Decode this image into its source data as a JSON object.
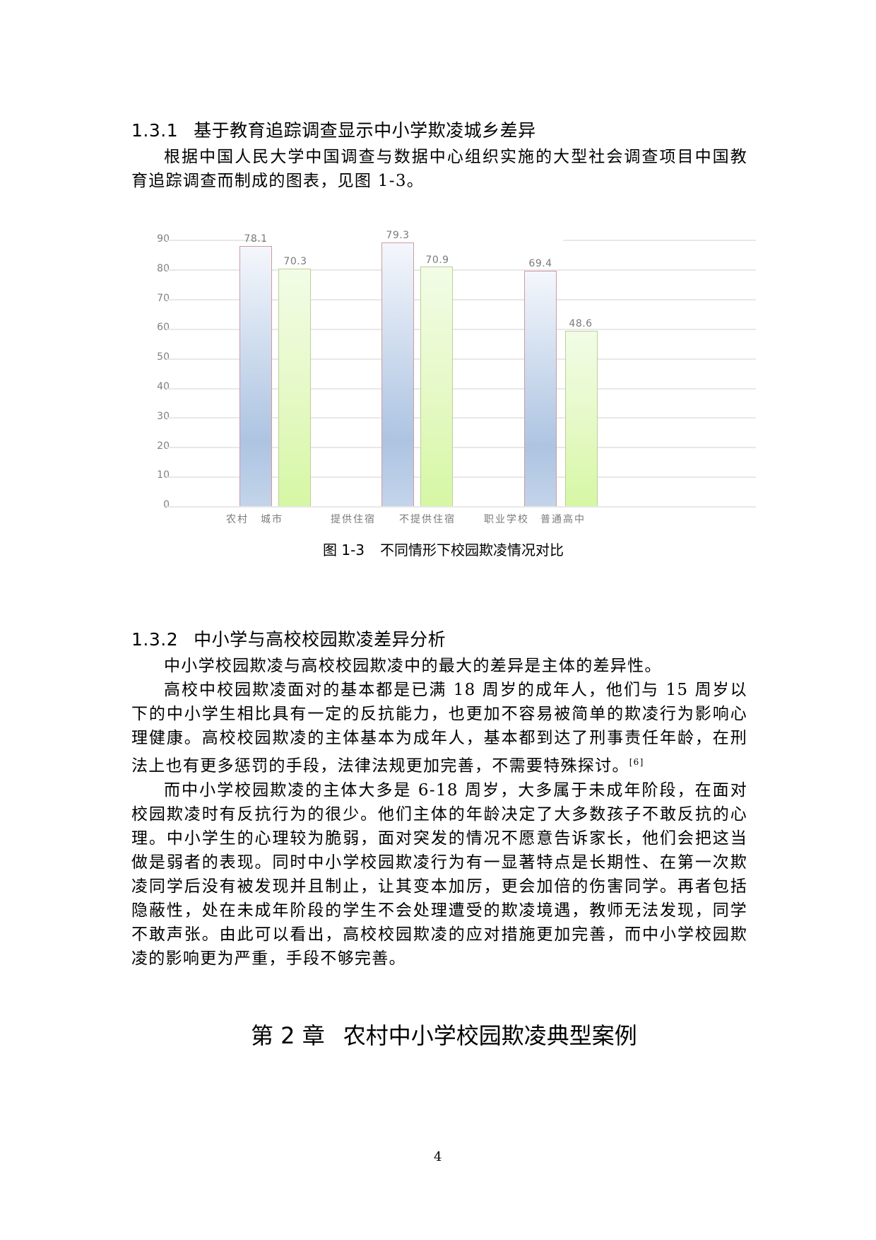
{
  "section_1_3_1": {
    "number": "1.3.1",
    "title": "基于教育追踪调查显示中小学欺凌城乡差异",
    "paragraph": "根据中国人民大学中国调查与数据中心组织实施的大型社会调查项目中国教育追踪调查而制成的图表，见图 1-3。"
  },
  "figure": {
    "number": "图 1-3",
    "caption": "不同情形下校园欺凌情况对比"
  },
  "chart_data": {
    "type": "bar",
    "title": "不同情形下校园欺凌情况对比",
    "xlabel": "",
    "ylabel": "",
    "ylim": [
      0,
      90
    ],
    "yticks": [
      "0",
      "10",
      "20",
      "30",
      "40",
      "50",
      "60",
      "70",
      "80",
      "90"
    ],
    "grid": true,
    "legend": "none",
    "groups": [
      {
        "bars": [
          {
            "label": "农村",
            "value": 78.1,
            "series": "s1"
          },
          {
            "label": "城市",
            "value": 70.3,
            "series": "s2"
          }
        ]
      },
      {
        "bars": [
          {
            "label": "提供住宿",
            "value": 79.3,
            "series": "s1"
          },
          {
            "label": "不提供住宿",
            "value": 70.9,
            "series": "s2"
          }
        ]
      },
      {
        "bars": [
          {
            "label": "职业学校",
            "value": 69.4,
            "series": "s1"
          },
          {
            "label": "普通高中",
            "value": 48.6,
            "series": "s2"
          }
        ]
      }
    ],
    "categories": [
      "农村",
      "城市",
      "提供住宿",
      "不提供住宿",
      "职业学校",
      "普通高中"
    ],
    "values": [
      78.1,
      70.3,
      79.3,
      70.9,
      69.4,
      48.6
    ],
    "data_labels": [
      "78.1",
      "70.3",
      "79.3",
      "70.9",
      "69.4",
      "48.6"
    ],
    "x_tick_labels": [
      "农村  城市",
      "提供住宿",
      "不提供住宿",
      "职业学校",
      "普通高中"
    ],
    "colors": {
      "series1_fill": "#c3d4ea",
      "series1_border": "#d09a9e",
      "series2_fill": "#e2f8c0",
      "series2_border": "#bccf9a"
    }
  },
  "section_1_3_2": {
    "number": "1.3.2",
    "title": "中小学与高校校园欺凌差异分析",
    "paragraphs": [
      "中小学校园欺凌与高校校园欺凌中的最大的差异是主体的差异性。",
      "高校中校园欺凌面对的基本都是已满 18 周岁的成年人，他们与 15 周岁以下的中小学生相比具有一定的反抗能力，也更加不容易被简单的欺凌行为影响心理健康。高校校园欺凌的主体基本为成年人，基本都到达了刑事责任年龄，在刑法上也有更多惩罚的手段，法律法规更加完善，不需要特殊探讨。",
      "而中小学校园欺凌的主体大多是 6-18 周岁，大多属于未成年阶段，在面对校园欺凌时有反抗行为的很少。他们主体的年龄决定了大多数孩子不敢反抗的心理。中小学生的心理较为脆弱，面对突发的情况不愿意告诉家长，他们会把这当做是弱者的表现。同时中小学校园欺凌行为有一显著特点是长期性、在第一次欺凌同学后没有被发现并且制止，让其变本加厉，更会加倍的伤害同学。再者包括隐蔽性，处在未成年阶段的学生不会处理遭受的欺凌境遇，教师无法发现，同学不敢声张。由此可以看出，高校校园欺凌的应对措施更加完善，而中小学校园欺凌的影响更为严重，手段不够完善。"
    ],
    "citation": "[6]"
  },
  "chapter": {
    "number": "第 2 章",
    "title": "农村中小学校园欺凌典型案例"
  },
  "page_number": "4"
}
